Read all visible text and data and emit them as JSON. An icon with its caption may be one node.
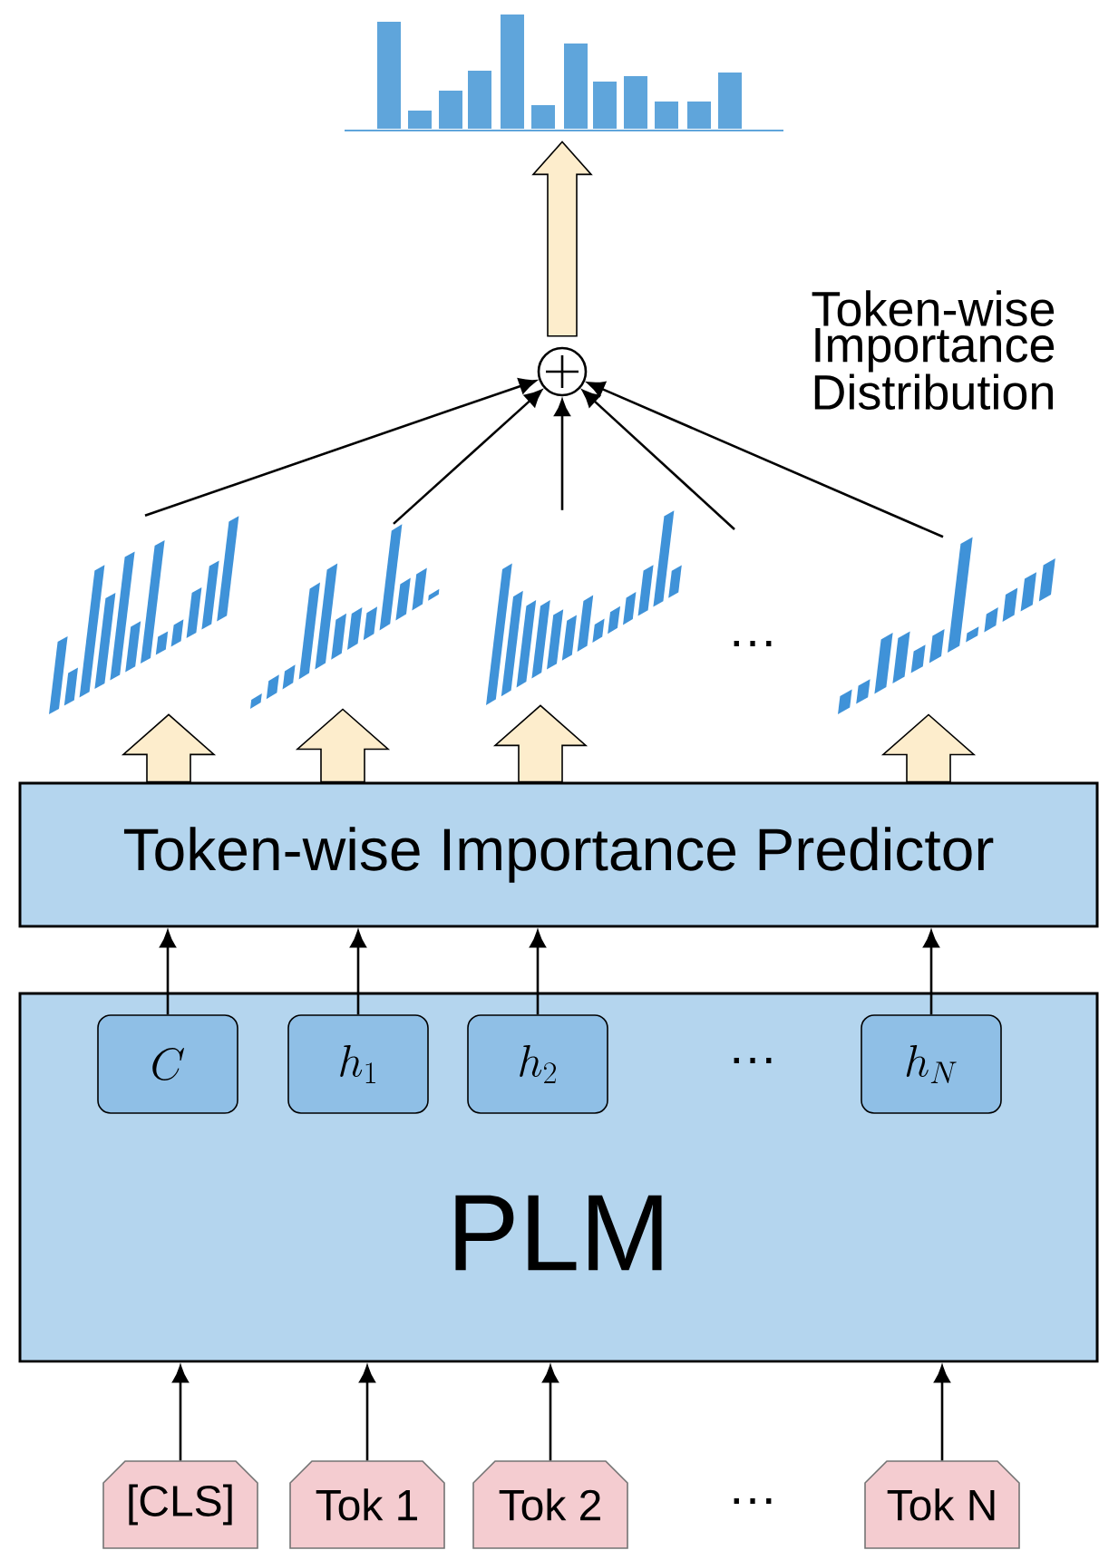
{
  "diagram": {
    "nodes": [
      {
        "text": [],
        "shape": "picture"
      },
      {
        "text": [],
        "shape": "circle"
      },
      {
        "text": [],
        "shape": "picture"
      },
      {
        "text": [],
        "shape": "picture"
      },
      {
        "text": [],
        "shape": "picture"
      },
      {
        "text": [],
        "shape": "picture"
      },
      {
        "text": [
          "Token-wise Importance Predictor"
        ]
      },
      {
        "text": [
          "PLM"
        ]
      },
      {
        "text": [
          "C"
        ],
        "in": 7
      },
      {
        "text": [
          "h_1"
        ],
        "in": 7
      },
      {
        "text": [
          "h_2"
        ],
        "in": 7
      },
      {
        "text": [
          "h_N"
        ],
        "in": 7
      },
      {
        "text": [
          "[CLS]"
        ]
      },
      {
        "text": [
          "Tok 1"
        ]
      },
      {
        "text": [
          "Tok 2"
        ]
      },
      {
        "text": [
          "Tok N"
        ]
      }
    ],
    "edges": [
      {
        "from": 1,
        "to": 0,
        "arrow": "to",
        "style": "thick",
        "color": "#fdedcc"
      },
      {
        "from": 2,
        "to": 1,
        "arrow": "to"
      },
      {
        "from": 3,
        "to": 1,
        "arrow": "to"
      },
      {
        "from": 4,
        "to": 1,
        "arrow": "to"
      },
      {
        "from": null,
        "to": 1,
        "arrow": "to"
      },
      {
        "from": 5,
        "to": 1,
        "arrow": "to"
      },
      {
        "from": 6,
        "to": 2,
        "arrow": "to",
        "style": "thick",
        "color": "#fdedcc"
      },
      {
        "from": 6,
        "to": 3,
        "arrow": "to",
        "style": "thick",
        "color": "#fdedcc"
      },
      {
        "from": 6,
        "to": 4,
        "arrow": "to",
        "style": "thick",
        "color": "#fdedcc"
      },
      {
        "from": 6,
        "to": 5,
        "arrow": "to",
        "style": "thick",
        "color": "#fdedcc"
      },
      {
        "from": 8,
        "to": 6,
        "arrow": "to"
      },
      {
        "from": 9,
        "to": 6,
        "arrow": "to"
      },
      {
        "from": 10,
        "to": 6,
        "arrow": "to"
      },
      {
        "from": 11,
        "to": 6,
        "arrow": "to"
      },
      {
        "from": 12,
        "to": 7,
        "arrow": "to"
      },
      {
        "from": 13,
        "to": 7,
        "arrow": "to"
      },
      {
        "from": 14,
        "to": 7,
        "arrow": "to"
      },
      {
        "from": 15,
        "to": 7,
        "arrow": "to"
      }
    ],
    "labels": [
      "Token-wise Importance Distribution",
      "…",
      "…",
      "…"
    ]
  }
}
